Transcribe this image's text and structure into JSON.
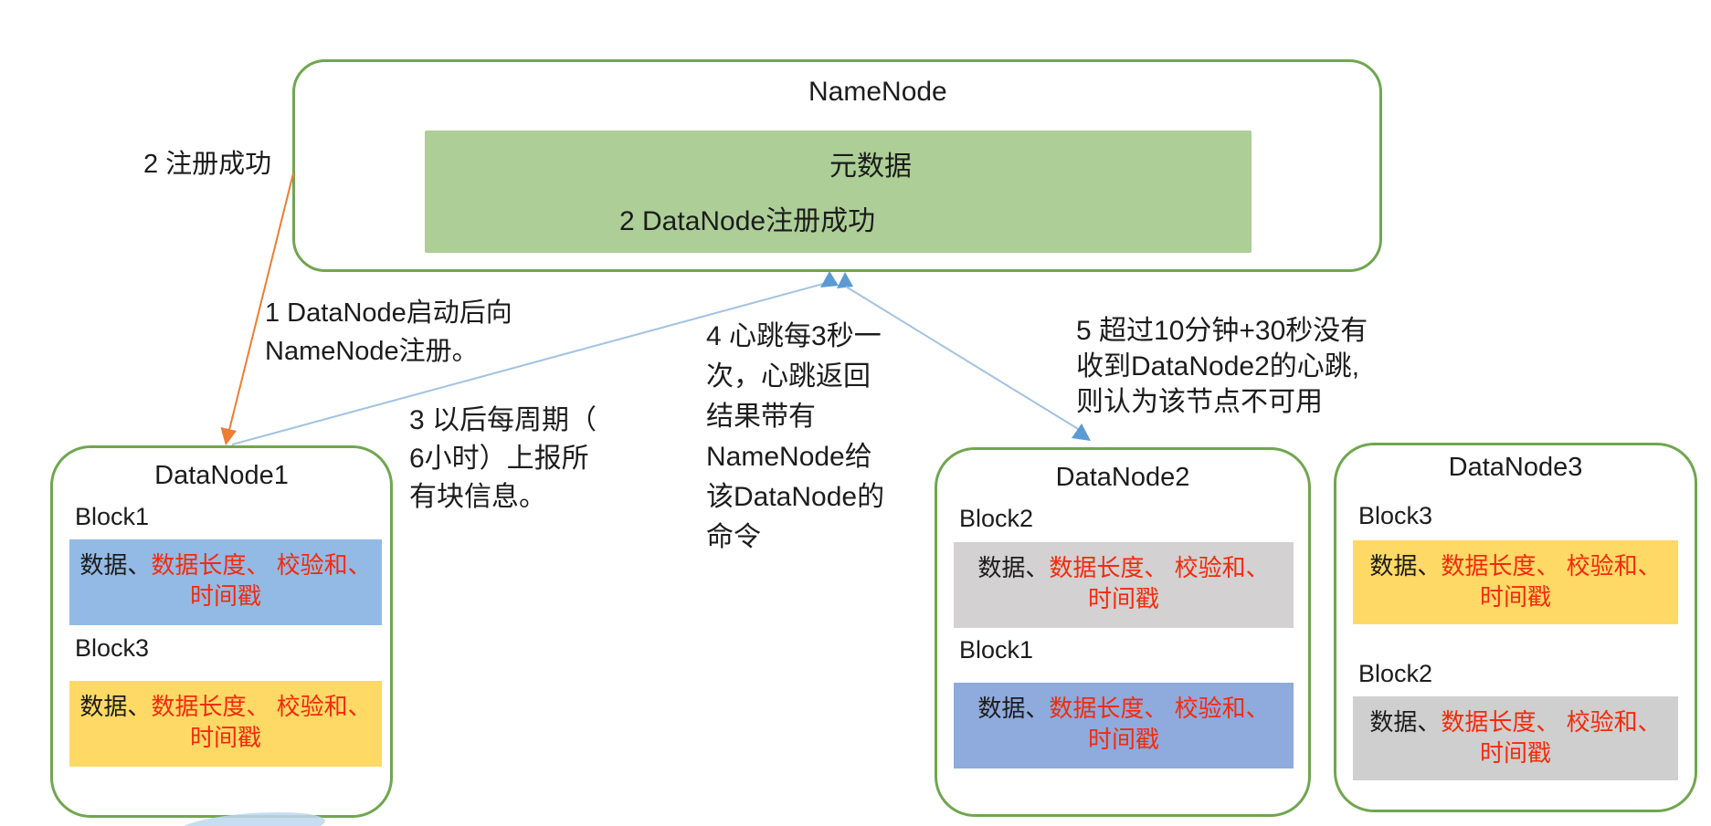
{
  "namenode": {
    "title": "NameNode",
    "metadata": "元数据",
    "register_success": "2 DataNode注册成功"
  },
  "annotations": {
    "register_success": "2 注册成功",
    "step1": [
      "1 DataNode启动后向",
      "NameNode注册。"
    ],
    "step3": [
      "3 以后每周期（",
      "6小时）上报所",
      "有块信息。"
    ],
    "step4": [
      "4 心跳每3秒一",
      "次，心跳返回",
      "结果带有",
      "NameNode给",
      "该DataNode的",
      "命令"
    ],
    "step5": [
      "5 超过10分钟+30秒没有",
      "收到DataNode2的心跳,",
      "则认为该节点不可用"
    ]
  },
  "block_content": {
    "data_label": "数据、",
    "red_label": "数据长度、 校验和、",
    "red_line2": "时间戳"
  },
  "datanodes": [
    {
      "title": "DataNode1",
      "blocks": [
        {
          "label": "Block1",
          "bg": "#93BAE5"
        },
        {
          "label": "Block3",
          "bg": "#FFD966"
        }
      ]
    },
    {
      "title": "DataNode2",
      "blocks": [
        {
          "label": "Block2",
          "bg": "#D3D1D1"
        },
        {
          "label": "Block1",
          "bg": "#8FAADC"
        }
      ]
    },
    {
      "title": "DataNode3",
      "blocks": [
        {
          "label": "Block3",
          "bg": "#FFD966"
        },
        {
          "label": "Block2",
          "bg": "#CFCFCF"
        }
      ]
    }
  ],
  "colors": {
    "node_border": "#70A64F",
    "metadata_bg": "#ADCE97",
    "orange_arrow": "#ED7D31",
    "blue_line": "#A3C2E3",
    "blue_arrow": "#5B9BD5",
    "red_text": "#F42A0C",
    "swoosh": "#BDD7EE"
  }
}
